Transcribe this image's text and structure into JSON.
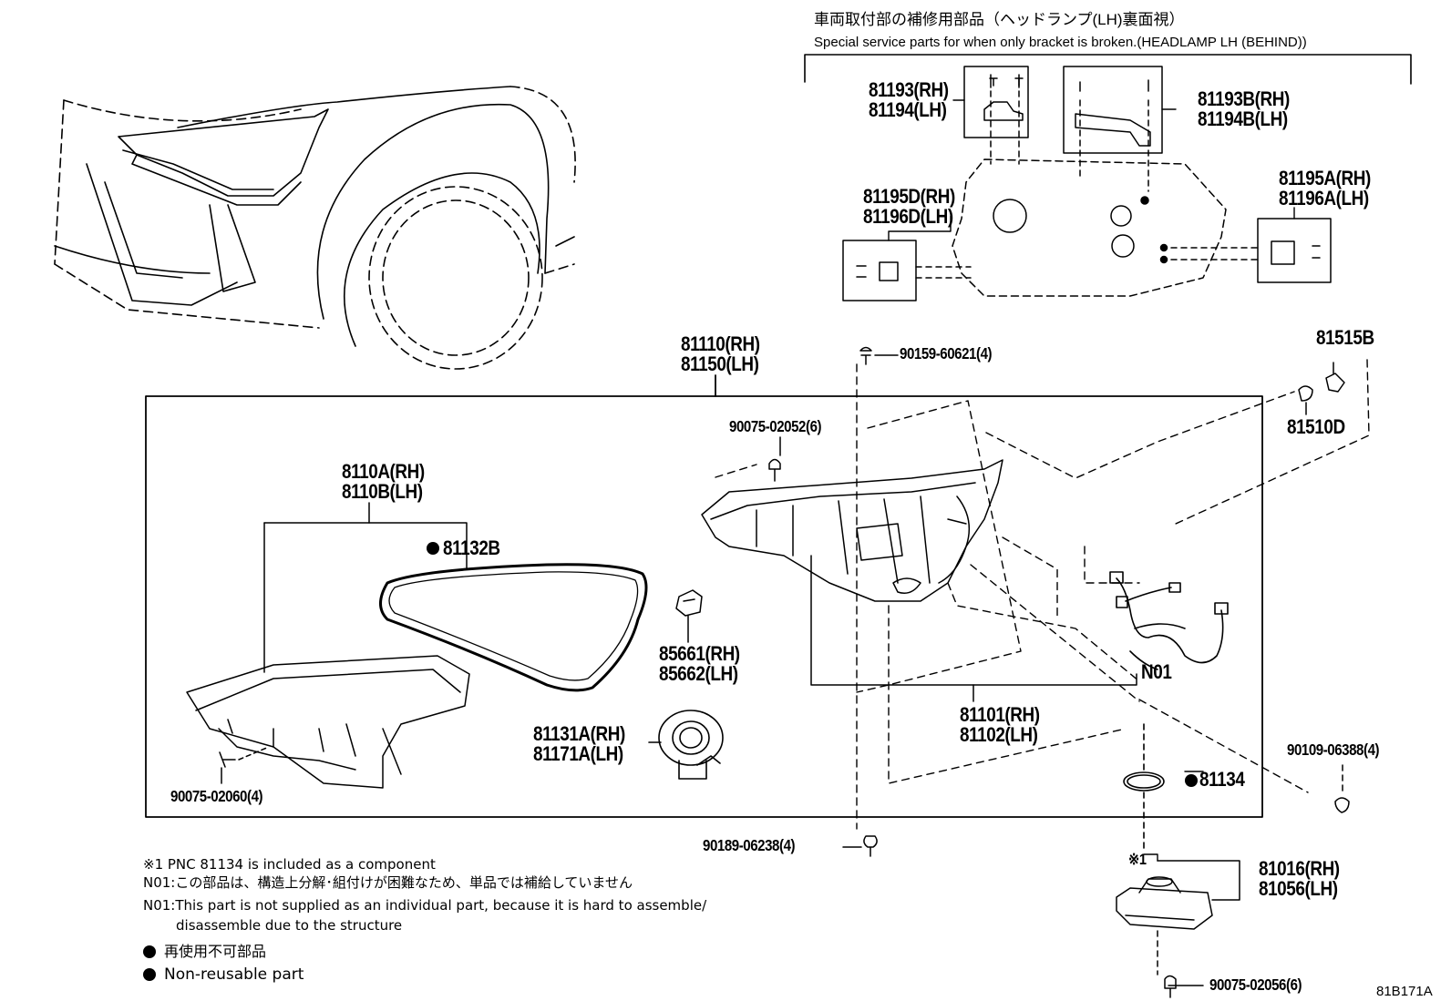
{
  "header": {
    "line_jp": "車両取付部の補修用部品（ヘッドランプ(LH)裏面視）",
    "line_en": "Special service parts for when only bracket is broken.(HEADLAMP LH (BEHIND))"
  },
  "parts": {
    "p81193": "81193(RH)",
    "p81194": "81194(LH)",
    "p81193B": "81193B(RH)",
    "p81194B": "81194B(LH)",
    "p81195D": "81195D(RH)",
    "p81196D": "81196D(LH)",
    "p81195A": "81195A(RH)",
    "p81196A": "81196A(LH)",
    "p81110": "81110(RH)",
    "p81150": "81150(LH)",
    "p90159": "90159-60621(4)",
    "p81515B": "81515B",
    "p81510D": "81510D",
    "p90075_02052": "90075-02052(6)",
    "p8110A": "8110A(RH)",
    "p8110B": "8110B(LH)",
    "p81132B": "81132B",
    "p85661": "85661(RH)",
    "p85662": "85662(LH)",
    "p81131A": "81131A(RH)",
    "p81171A": "81171A(LH)",
    "p90075_02060": "90075-02060(4)",
    "pN01": "N01",
    "p81101": "81101(RH)",
    "p81102": "81102(LH)",
    "p90109": "90109-06388(4)",
    "p81134": "81134",
    "p90189": "90189-06238(4)",
    "pX1": "※1",
    "p81016": "81016(RH)",
    "p81056": "81056(LH)",
    "p90075_02056": "90075-02056(6)"
  },
  "notes": {
    "n1": "※1 PNC 81134 is included as a component",
    "n2": "N01:この部品は、構造上分解･組付けが困難なため、単品では補給していません",
    "n3": "N01:This part is not supplied as an individual part, because it is hard to assemble/",
    "n4": "disassemble due to the structure",
    "legend_jp": "再使用不可部品",
    "legend_en": "Non-reusable part"
  },
  "figure_code": "81B171A"
}
